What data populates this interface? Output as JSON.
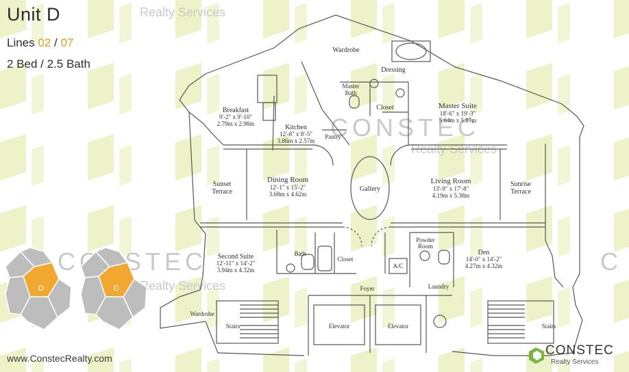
{
  "header": {
    "unit_title": "Unit D",
    "lines_prefix": "Lines ",
    "line_a": "02",
    "line_sep": " / ",
    "line_b": "07",
    "bed_bath": "2 Bed / 2.5 Bath"
  },
  "watermarks": {
    "realty_services": "Realty Services",
    "constec": "CONSTEC"
  },
  "rooms": {
    "wardrobe_top": "Wardrobe",
    "dressing": "Dressing",
    "master_bath_1": "Master",
    "master_bath_2": "Bath",
    "closet_top": "Closet",
    "master_suite": "Master Suite",
    "master_suite_dim1": "18'-6\" x 19'-3\"",
    "master_suite_dim2": "5.64m x 5.87m",
    "breakfast": "Breakfast",
    "breakfast_dim1": "9'-2\" x 9'-10\"",
    "breakfast_dim2": "2.79m x 2.98m",
    "kitchen": "Kitchen",
    "kitchen_dim1": "12'-8\" x 8'-5\"",
    "kitchen_dim2": "3.86m x 2.57m",
    "pantry": "Pantry",
    "sunset_terrace_1": "Sunset",
    "sunset_terrace_2": "Terrace",
    "dining_room": "Dining Room",
    "dining_dim1": "12'-1\" x 15'-2\"",
    "dining_dim2": "3.68m x 4.62m",
    "gallery": "Gallery",
    "living_room": "Living Room",
    "living_dim1": "13'-9\" x 17'-8\"",
    "living_dim2": "4.19m x 5.38m",
    "sunrise_terrace_1": "Sunrise",
    "sunrise_terrace_2": "Terrace",
    "second_suite": "Second Suite",
    "second_dim1": "12'-11\" x 14'-2\"",
    "second_dim2": "3.94m x 4.32m",
    "bath": "Bath",
    "closet_mid": "Closet",
    "powder_room_1": "Powder",
    "powder_room_2": "Room",
    "ac": "A/C",
    "den": "Den",
    "den_dim1": "14'-0\" x 14'-2\"",
    "den_dim2": "4.27m x 4.32m",
    "laundry": "Laundry",
    "foyer": "Foyer",
    "wardrobe_bottom": "Wardrobe",
    "stairs_left": "Stairs",
    "elevator_left": "Elevator",
    "elevator_right": "Elevator",
    "stairs_right": "Stairs"
  },
  "key_plan": {
    "highlight_label": "D",
    "highlight_color": "#f0a830",
    "other_color": "#bdbdbd"
  },
  "footer": {
    "website": "www.ConstecRealty.com",
    "brand_name": "CONSTEC",
    "brand_sub": "Realty Services"
  },
  "colors": {
    "accent": "#e59a1c",
    "watermark_green": "#eef2c8",
    "brand_green": "#7cb342"
  }
}
